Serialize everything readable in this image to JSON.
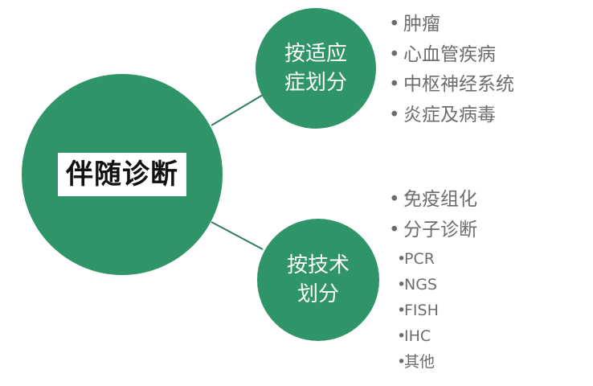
{
  "center": {
    "label": "伴随诊断"
  },
  "branches": [
    {
      "label": "按适应症划分",
      "items": [
        "肿瘤",
        "心血管疾病",
        "中枢神经系统",
        "炎症及病毒"
      ]
    },
    {
      "label": "按技术划分",
      "items": [
        "免疫组化",
        "分子诊断"
      ],
      "sub_items": [
        "PCR",
        "NGS",
        "FISH",
        "IHC",
        "其他"
      ]
    }
  ],
  "colors": {
    "circle": "#2f9467",
    "connector": "#2f7d5e",
    "list_text": "#6d6d6d",
    "center_label_bg": "#ffffff",
    "center_label_text": "#111111"
  }
}
